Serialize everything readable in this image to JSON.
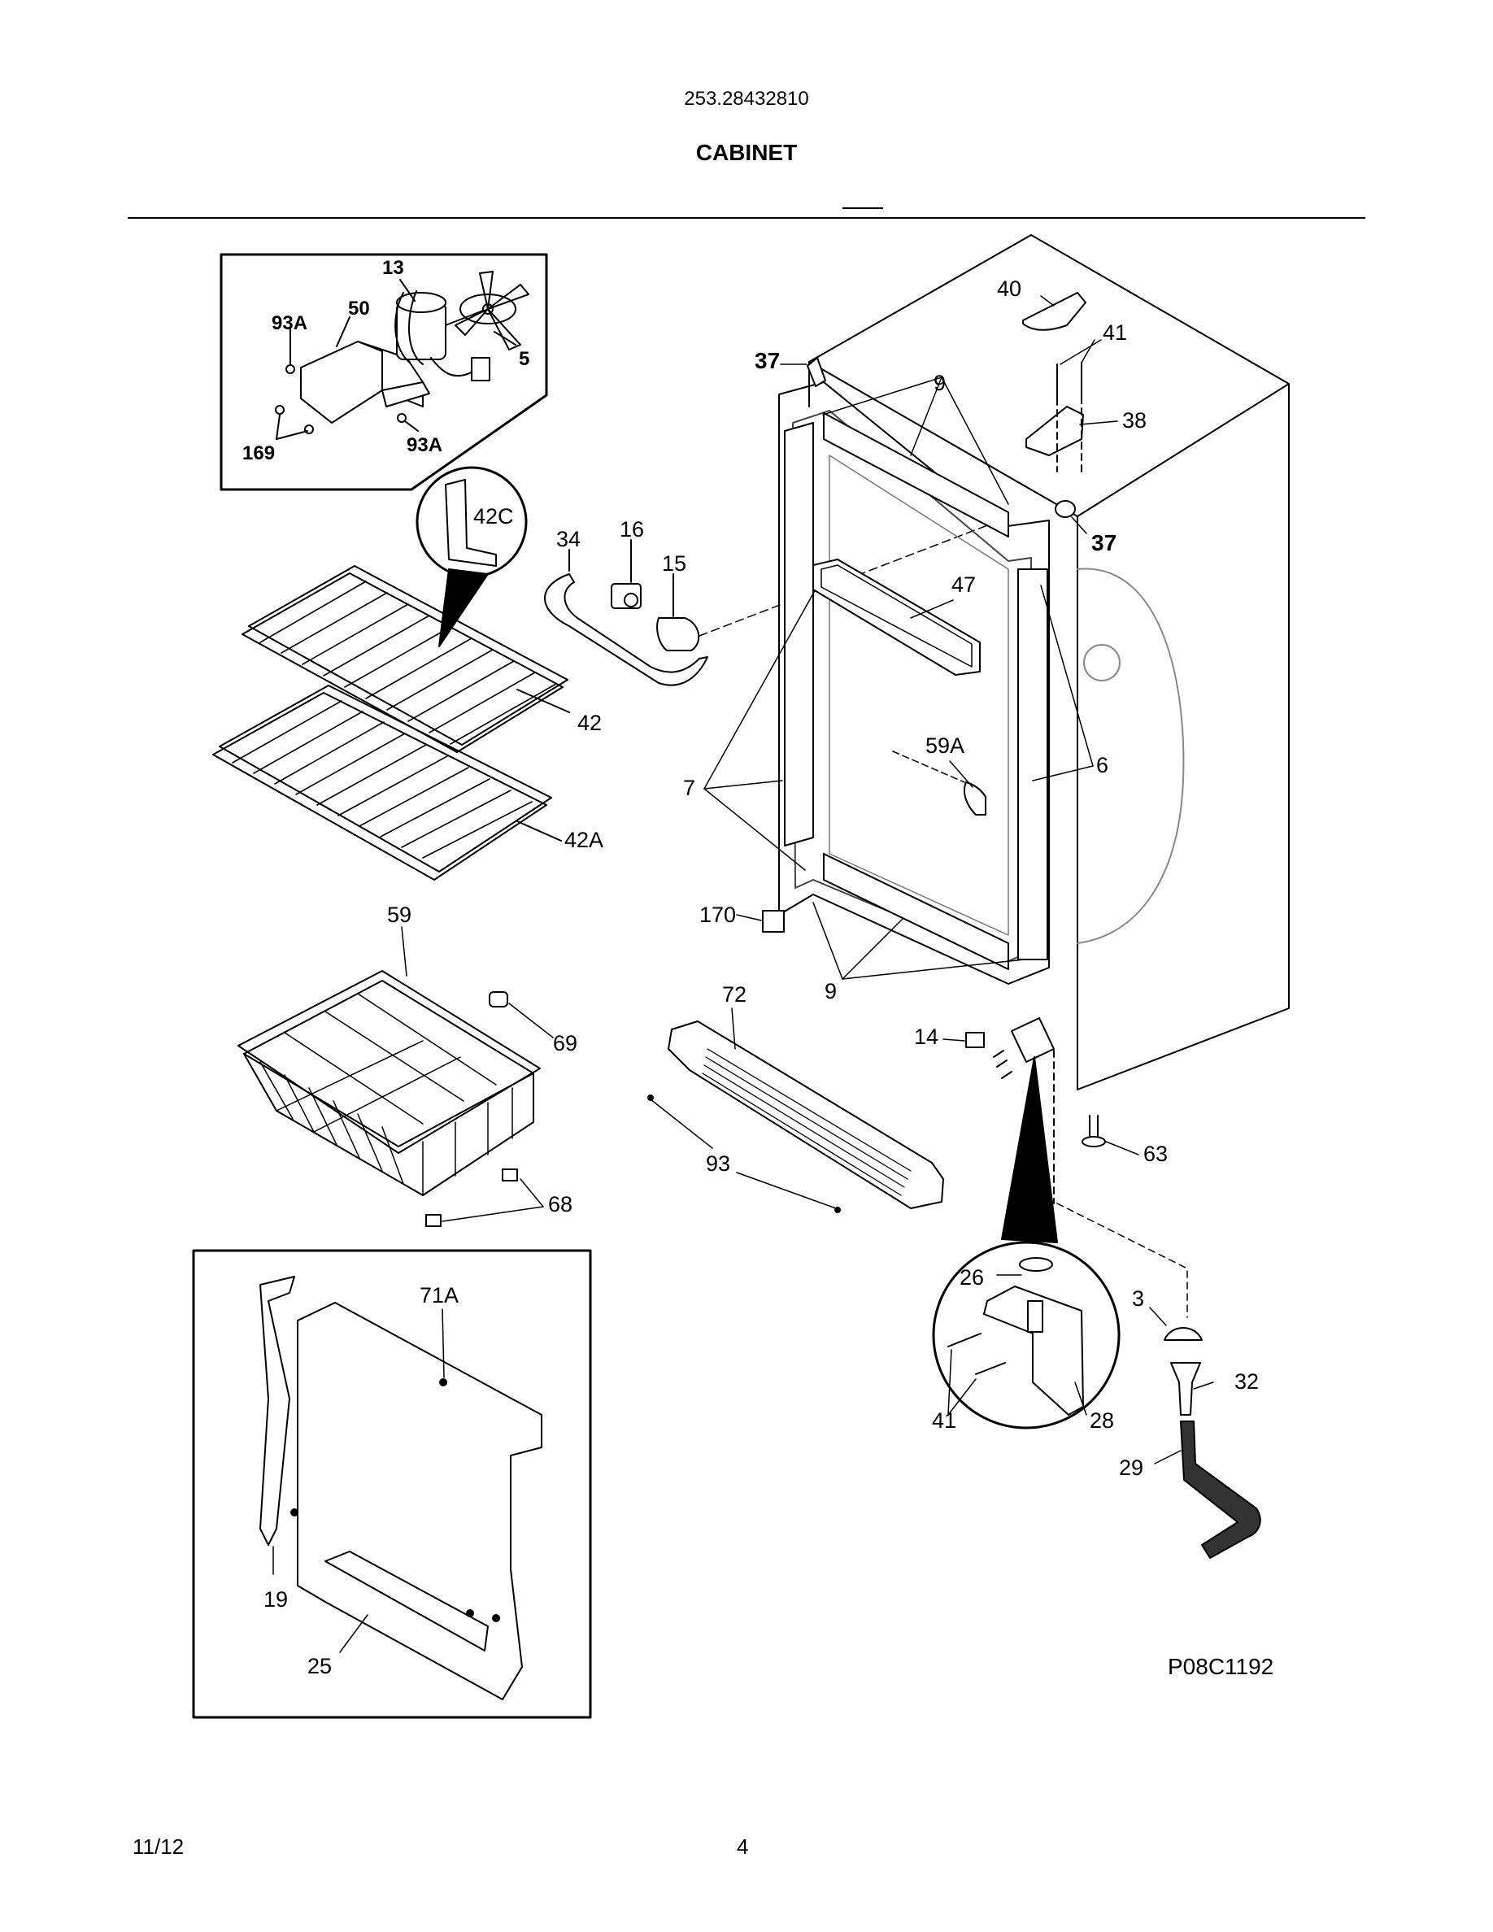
{
  "header": {
    "model_number": "253.28432810",
    "section_title": "CABINET"
  },
  "callouts": {
    "c13": "13",
    "c93a_top": "93A",
    "c50": "50",
    "c5": "5",
    "c169": "169",
    "c93a_bottom": "93A",
    "c42c": "42C",
    "c34": "34",
    "c16": "16",
    "c15": "15",
    "c42": "42",
    "c42a": "42A",
    "c40": "40",
    "c41_top": "41",
    "c37_top": "37",
    "c9_top": "9",
    "c38": "38",
    "c37_right": "37",
    "c47": "47",
    "c59a": "59A",
    "c6": "6",
    "c7": "7",
    "c170": "170",
    "c9_bottom": "9",
    "c59": "59",
    "c69": "69",
    "c68": "68",
    "c72": "72",
    "c14": "14",
    "c93": "93",
    "c63": "63",
    "c71a": "71A",
    "c19": "19",
    "c25": "25",
    "c26": "26",
    "c3": "3",
    "c32": "32",
    "c41_bottom": "41",
    "c28": "28",
    "c29": "29"
  },
  "drawing_code": "P08C1192",
  "footer": {
    "date": "11/12",
    "page": "4"
  }
}
